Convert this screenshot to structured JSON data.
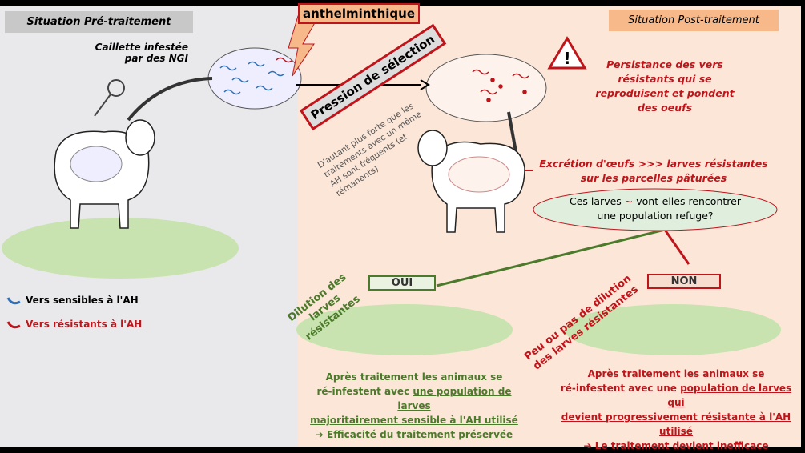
{
  "header_left": "Situation Pré-traitement",
  "header_right": "Situation Post-traitement",
  "treatment_label": "anthelminthique",
  "caillette_label": "Caillette infestée par des NGI",
  "selection_pressure": "Pression de sélection",
  "selection_note": "D'autant plus forte que les traitements avec un même AH sont fréquents (et rémanents)",
  "persistence": "Persistance des vers résistants qui se reproduisent et pondent des oeufs",
  "excretion_line1": "Excrétion d'œufs >>> larves résistantes",
  "excretion_line2": "sur les parcelles pâturées",
  "question_line1a": "Ces larves",
  "question_line1b": "vont-elles rencontrer",
  "question_line2": "une population refuge?",
  "legend": {
    "sensitive": "Vers sensibles à l'AH",
    "resistant": "Vers résistants à l'AH"
  },
  "dilution": "Dilution des larves résistantes",
  "no_dilution": "Peu ou pas de dilution des larves résistantes",
  "yes": "OUI",
  "no": "NON",
  "result_yes": {
    "line1": "Après traitement les animaux se",
    "line2a": "ré-infestent avec ",
    "line2b": "une population de larves",
    "line3": "majoritairement sensible à l'AH utilisé",
    "line4": "➔ Efficacité du traitement préservée"
  },
  "result_no": {
    "line1": "Après traitement les animaux se",
    "line2a": "ré-infestent avec une ",
    "line2b": "population de larves qui",
    "line3": "devient progressivement résistante à l'AH utilisé",
    "line4": "➔ Le traitement devient inefficace"
  },
  "colors": {
    "left_bg": "#e9e9ec",
    "right_bg": "#fce6d8",
    "red": "#c0141b",
    "green": "#4b7a2a",
    "blue": "#2e6fb5"
  }
}
